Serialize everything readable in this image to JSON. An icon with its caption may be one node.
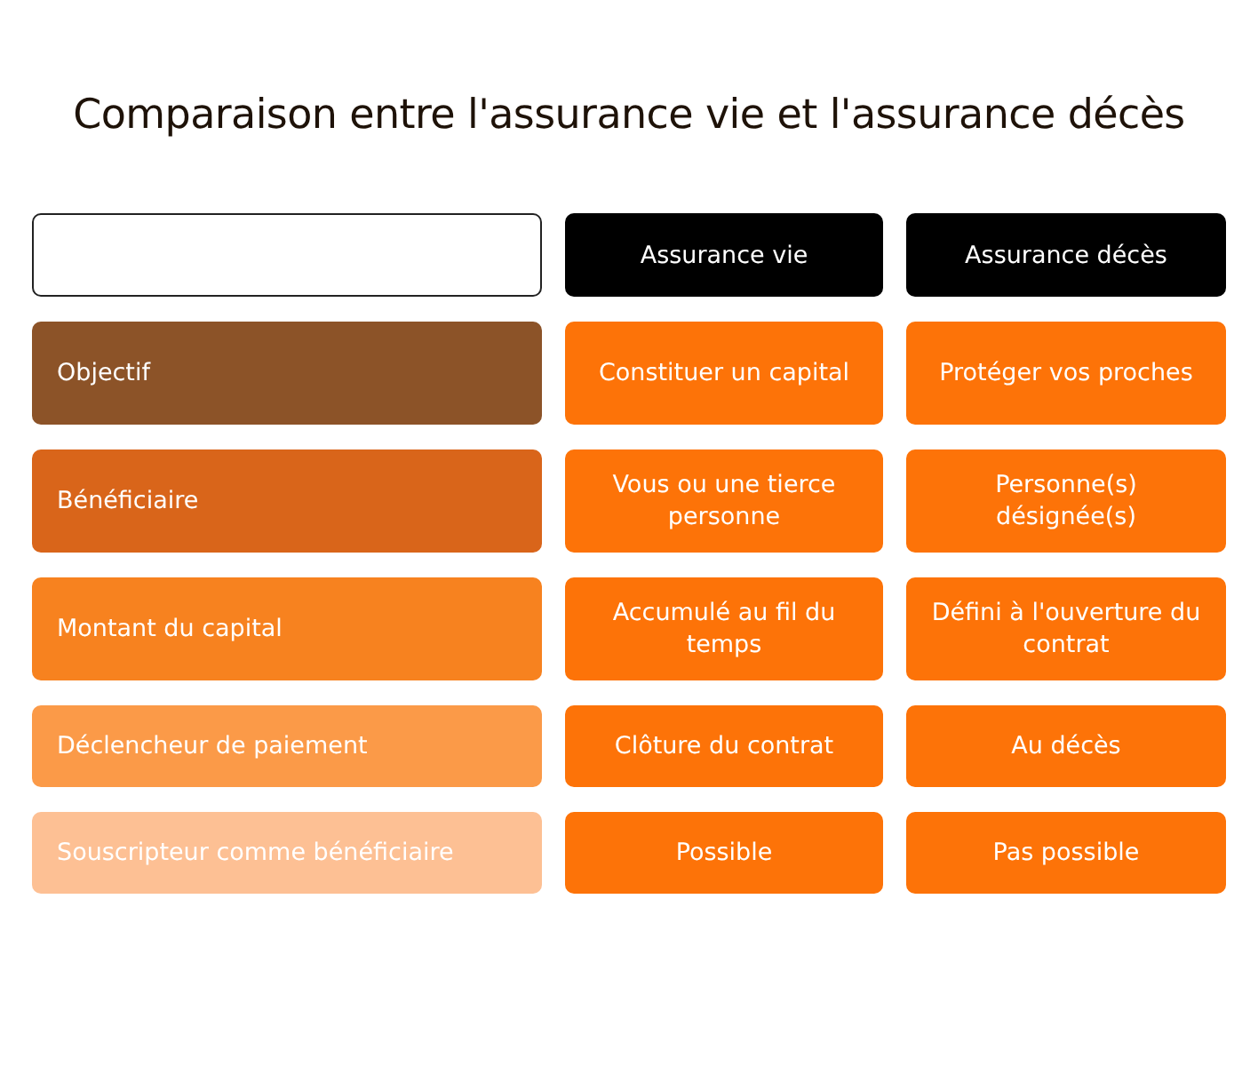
{
  "diagram": {
    "title": "Comparaison entre l'assurance vie et l'assurance décès",
    "nodes": [
      {
        "text": [],
        "shape": "box"
      },
      {
        "text": [
          "Assurance vie"
        ]
      },
      {
        "text": [
          "Assurance décès"
        ]
      },
      {
        "text": [
          "Objectif"
        ]
      },
      {
        "text": [
          "Constituer un capital"
        ]
      },
      {
        "text": [
          "Protéger vos proches"
        ]
      },
      {
        "text": [
          "Bénéficiaire"
        ]
      },
      {
        "text": [
          "Vous ou une tierce personne"
        ]
      },
      {
        "text": [
          "Personne(s) désignée(s)"
        ]
      },
      {
        "text": [
          "Montant du capital"
        ]
      },
      {
        "text": [
          "Accumulé au fil du temps"
        ]
      },
      {
        "text": [
          "Défini à l'ouverture du contrat"
        ]
      },
      {
        "text": [
          "Déclencheur de paiement"
        ]
      },
      {
        "text": [
          "Clôture du contrat"
        ]
      },
      {
        "text": [
          "Au décès"
        ]
      },
      {
        "text": [
          "Souscripteur comme bénéficiaire"
        ]
      },
      {
        "text": [
          "Possible"
        ]
      },
      {
        "text": [
          "Pas possible"
        ]
      }
    ]
  }
}
